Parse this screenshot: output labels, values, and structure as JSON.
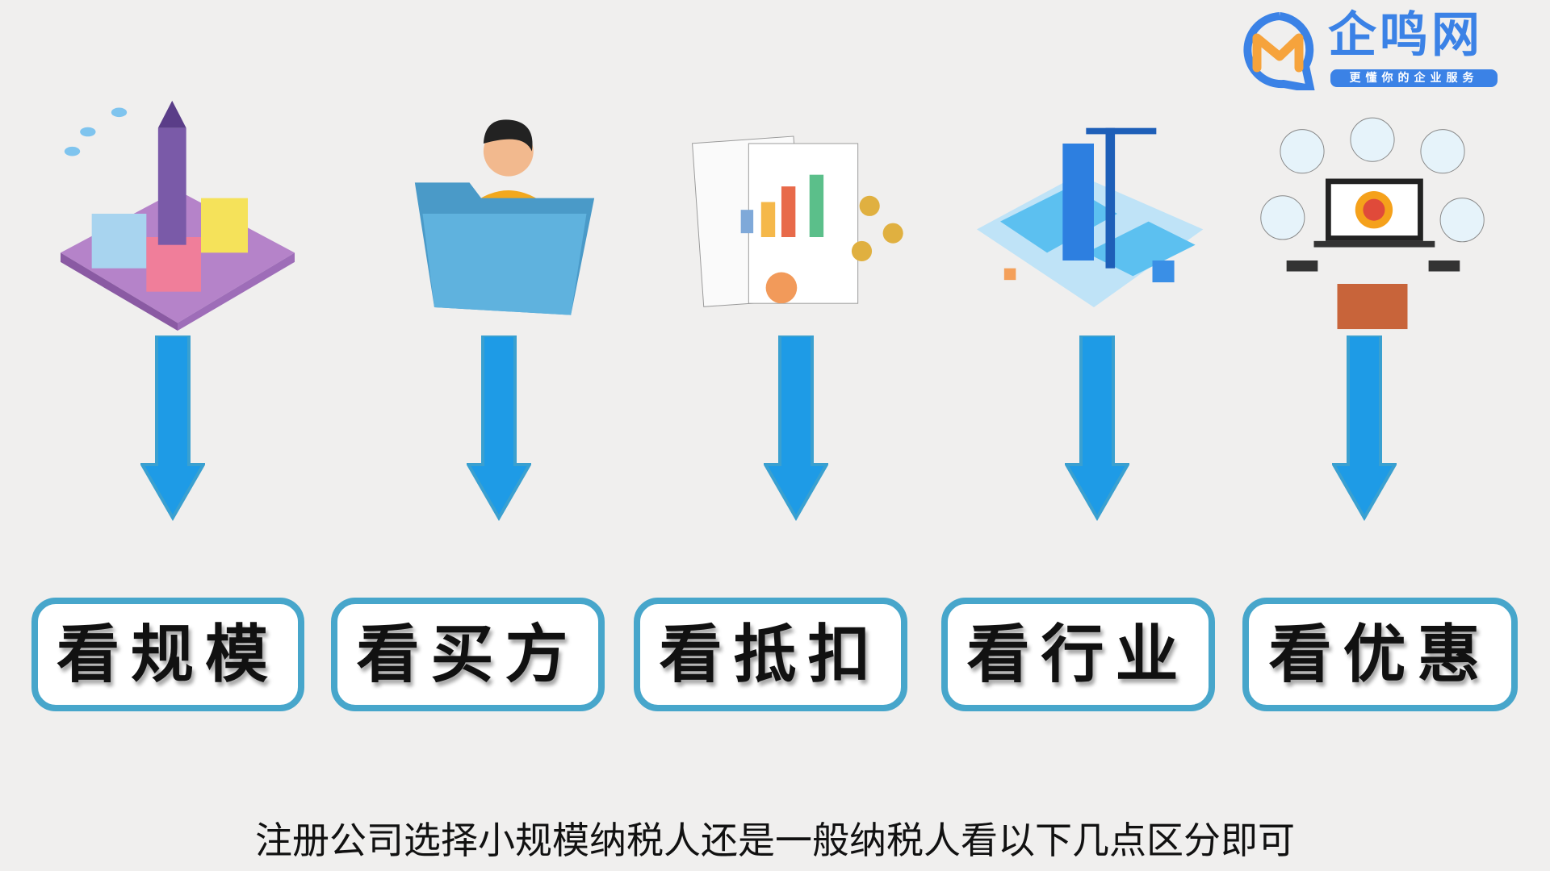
{
  "logo": {
    "title": "企鸣网",
    "subtitle": "更懂你的企业服务"
  },
  "colors": {
    "arrow": "#1e9be6",
    "box_border": "#47a6cb",
    "logo_blue": "#3b82e6",
    "logo_orange": "#f6a33c"
  },
  "items": [
    {
      "label": "看规模",
      "icon": "city-building-icon"
    },
    {
      "label": "看买方",
      "icon": "person-folder-icon"
    },
    {
      "label": "看抵扣",
      "icon": "documents-chart-icon"
    },
    {
      "label": "看行业",
      "icon": "isometric-industry-icon"
    },
    {
      "label": "看优惠",
      "icon": "business-services-icon"
    }
  ],
  "caption": "注册公司选择小规模纳税人还是一般纳税人看以下几点区分即可"
}
